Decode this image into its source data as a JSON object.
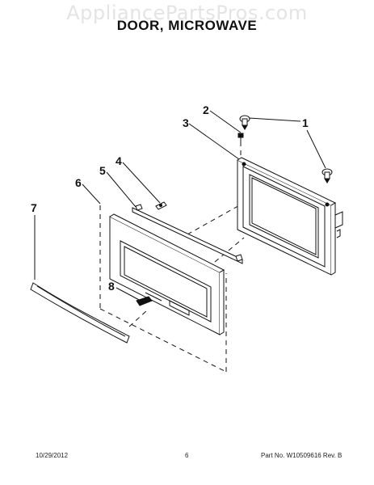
{
  "watermark": "AppliancePartsPros.com",
  "title": "DOOR, MICROWAVE",
  "callouts": [
    {
      "id": "1",
      "label": "1"
    },
    {
      "id": "2",
      "label": "2"
    },
    {
      "id": "3",
      "label": "3"
    },
    {
      "id": "4",
      "label": "4"
    },
    {
      "id": "5",
      "label": "5"
    },
    {
      "id": "6",
      "label": "6"
    },
    {
      "id": "7",
      "label": "7"
    },
    {
      "id": "8",
      "label": "8"
    }
  ],
  "footer": {
    "date": "10/29/2012",
    "page": "6",
    "part_number": "Part No. W10509616  Rev. B"
  },
  "colors": {
    "line": "#111111",
    "watermark": "#e4e4e4"
  }
}
